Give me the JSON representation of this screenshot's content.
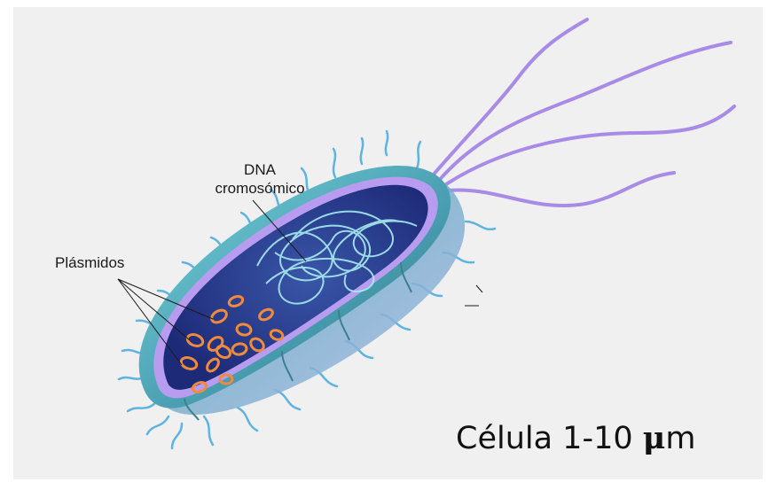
{
  "labels": {
    "dna_line1": "DNA",
    "dna_line2": "cromosómico",
    "plasmids": "Plásmidos",
    "size_prefix": "Célula 1-10 ",
    "size_mu": "μ",
    "size_unit": "m"
  },
  "colors": {
    "cytoplasm": "#2a3f93",
    "membrane": "#b79cf0",
    "outer_wall": "#52b8c8",
    "body_shadow": "#3f8f9a",
    "flagella": "#a88be6",
    "pili": "#5fb3e0",
    "plasmid": "#f08a3c",
    "dna": "#a7ebf0"
  }
}
